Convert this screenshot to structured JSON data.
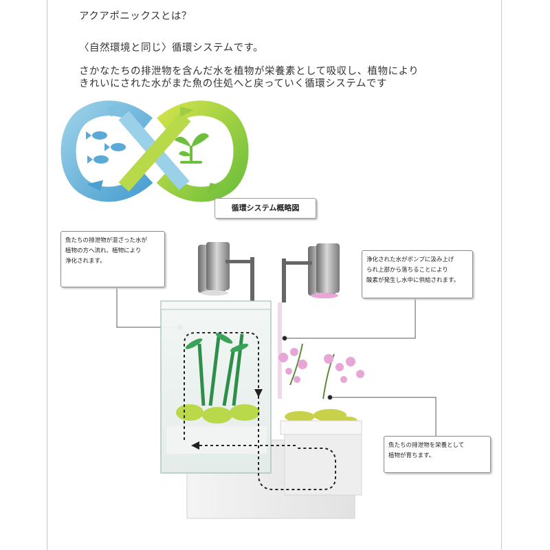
{
  "intro": {
    "heading": "アクアポニックスとは？",
    "subheading": "〈自然環境と同じ〉循環システムです。",
    "body_line1": "さかなたちの排泄物を含んだ水を植物が栄養素として吸収し、植物により",
    "body_line2": "きれいにされた水がまた魚の住処へと戻っていく循環システムです"
  },
  "diagram": {
    "title": "循環システム概略図",
    "callout_left": [
      "魚たちの排泄物が混ざった水が",
      "植物の方へ流れ、植物により",
      "浄化されます。"
    ],
    "callout_right": [
      "浄化された水がポンプに汲み上げ",
      "られ上部から落ちることにより",
      "酸素が発生し水中に供給されます。"
    ],
    "callout_bottom": [
      "魚たちの排泄物を栄養として",
      "植物が育ちます。"
    ]
  },
  "icons": {
    "cycle": "infinity-cycle-icon",
    "fish": "fish-icon",
    "plant": "plant-sprout-icon"
  },
  "colors": {
    "fish_loop": "#5aa9d6",
    "fish_loop_light": "#9ad0e8",
    "plant_loop": "#8cc63f",
    "plant_loop_light": "#c5df4a",
    "flow_line": "#222222",
    "orchid": "#e7a6d6"
  }
}
